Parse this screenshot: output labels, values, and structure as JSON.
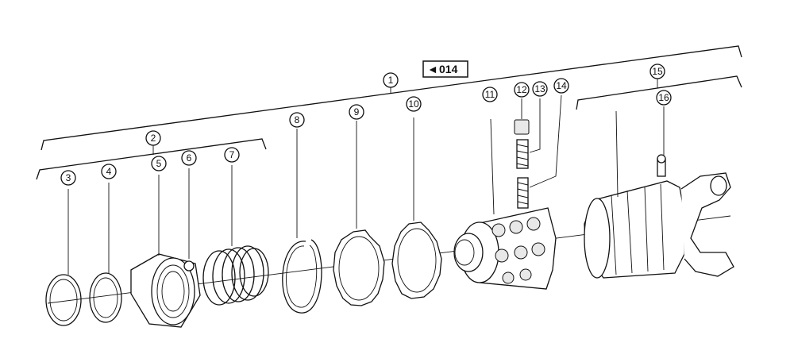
{
  "reference": {
    "arrow": "◄",
    "code": "014"
  },
  "callouts": [
    "1",
    "2",
    "3",
    "4",
    "5",
    "6",
    "7",
    "8",
    "9",
    "10",
    "11",
    "12",
    "13",
    "14",
    "15",
    "16"
  ]
}
